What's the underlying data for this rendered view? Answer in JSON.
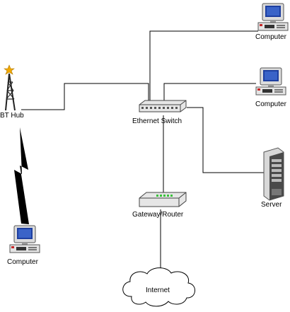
{
  "nodes": {
    "bt_hub": {
      "label": "BT Hub",
      "icon": "antenna-tower-icon"
    },
    "ethernet_switch": {
      "label": "Ethernet Switch",
      "icon": "switch-icon"
    },
    "computer_top": {
      "label": "Computer",
      "icon": "computer-icon"
    },
    "computer_middle": {
      "label": "Computer",
      "icon": "computer-icon"
    },
    "server": {
      "label": "Server",
      "icon": "server-tower-icon"
    },
    "gateway_router": {
      "label": "Gateway/Router",
      "icon": "router-icon"
    },
    "computer_bottom": {
      "label": "Computer",
      "icon": "computer-icon"
    },
    "internet": {
      "label": "Internet",
      "icon": "cloud-icon"
    }
  },
  "connections": [
    {
      "from": "bt_hub",
      "to": "ethernet_switch",
      "kind": "wired"
    },
    {
      "from": "ethernet_switch",
      "to": "computer_top",
      "kind": "wired"
    },
    {
      "from": "ethernet_switch",
      "to": "computer_middle",
      "kind": "wired"
    },
    {
      "from": "ethernet_switch",
      "to": "server",
      "kind": "wired"
    },
    {
      "from": "ethernet_switch",
      "to": "gateway_router",
      "kind": "wired"
    },
    {
      "from": "gateway_router",
      "to": "internet",
      "kind": "wired"
    },
    {
      "from": "bt_hub",
      "to": "computer_bottom",
      "kind": "wireless"
    }
  ],
  "colors": {
    "line": "#000000",
    "device_light": "#e8e8e8",
    "device_dark": "#4a4a4a",
    "screen": "#1e3fa0",
    "led_green": "#39c23b",
    "tower_tip": "#f2a900"
  }
}
